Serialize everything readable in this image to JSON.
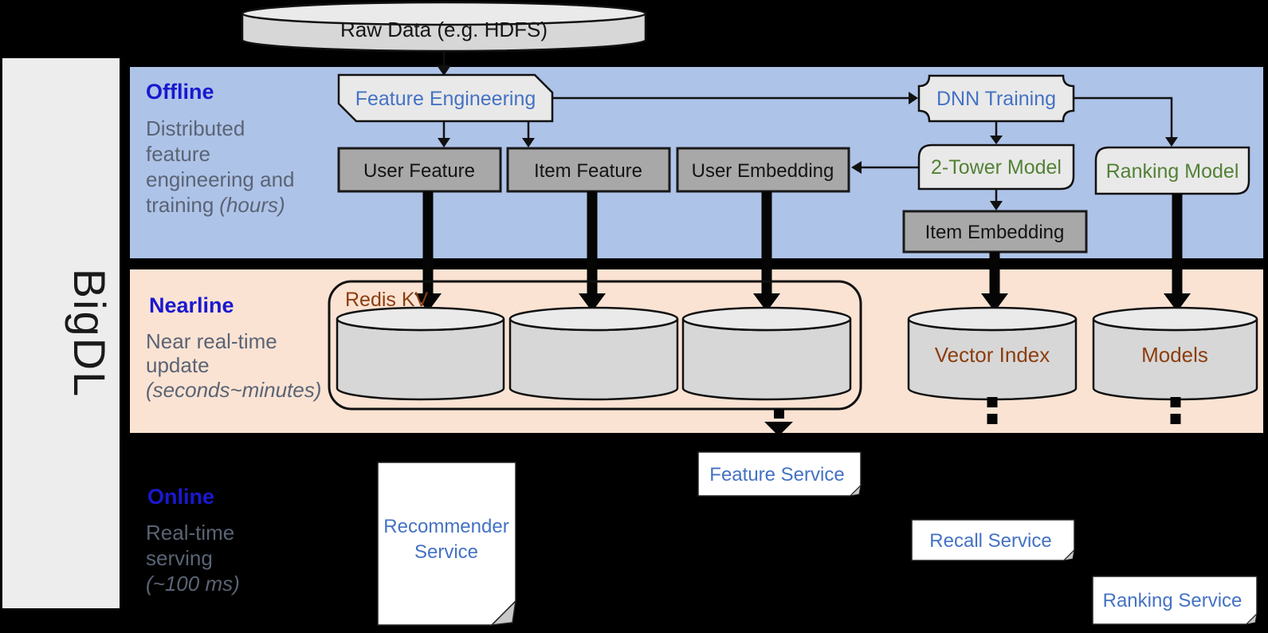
{
  "brand": "BigDL",
  "raw_data_label": "Raw Data (e.g. HDFS)",
  "sections": {
    "offline": {
      "title": "Offline",
      "desc1": "Distributed",
      "desc2": "feature",
      "desc3": "engineering and",
      "desc4": "training",
      "desc4_italic": "(hours)"
    },
    "nearline": {
      "title": "Nearline",
      "desc1": "Near real-time",
      "desc2": "update",
      "desc3_italic": "(seconds~minutes)"
    },
    "online": {
      "title": "Online",
      "desc1": "Real-time",
      "desc2": "serving",
      "desc3_italic": "(~100 ms)"
    }
  },
  "nodes": {
    "feature_engineering": "Feature Engineering",
    "dnn_training": "DNN Training",
    "user_feature": "User Feature",
    "item_feature": "Item Feature",
    "user_embedding": "User Embedding",
    "item_embedding": "Item Embedding",
    "two_tower_model": "2-Tower Model",
    "ranking_model": "Ranking Model",
    "redis_kv": "Redis KV",
    "vector_index": "Vector Index",
    "models": "Models",
    "recommender_service_line1": "Recommender",
    "recommender_service_line2": "Service",
    "feature_service": "Feature Service",
    "recall_service": "Recall Service",
    "ranking_service": "Ranking Service"
  },
  "colors": {
    "background": "#000000",
    "sidebar": "#ededed",
    "offline_band": "#aec3e8",
    "nearline_band": "#fbe3d3",
    "section_title_blue": "#1a18cf",
    "section_desc_gray": "#5a6475",
    "node_text_blue": "#4472c4",
    "node_text_green": "#538135",
    "storage_text_brown": "#8c3d0e",
    "light_box_fill": "#e9e9e9",
    "gray_box_fill": "#a8a8a8",
    "cylinder_body": "#d7d7d7",
    "cylinder_top": "#eaeaea",
    "service_box_fill": "#ffffff"
  }
}
